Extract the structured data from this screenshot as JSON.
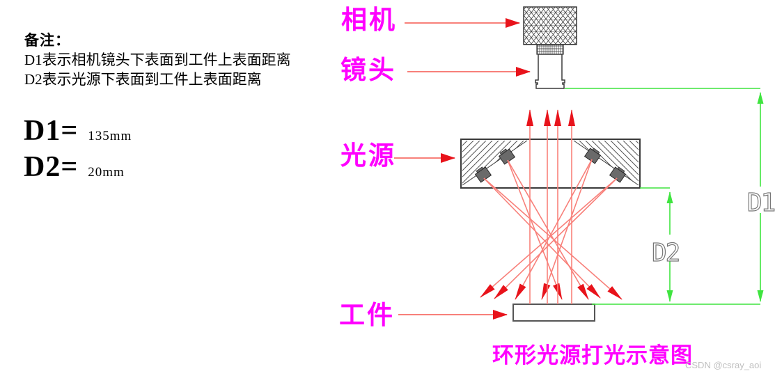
{
  "notes": {
    "heading": "备注：",
    "lines": [
      "D1表示相机镜头下表面到工件上表面距离",
      "D2表示光源下表面到工件上表面距离"
    ]
  },
  "values": {
    "d1_label": "D1=",
    "d1_value": "135mm",
    "d2_label": "D2=",
    "d2_value": "20mm"
  },
  "callouts": {
    "camera": "相机",
    "lens": "镜头",
    "light_source": "光源",
    "workpiece": "工件"
  },
  "dimension_tags": {
    "d1": "D1",
    "d2": "D2"
  },
  "caption": "环形光源打光示意图",
  "watermark": "CSDN @csray_aoi",
  "colors": {
    "label_magenta": "#ff00ff",
    "ray_line_red": "#f8807a",
    "arrowhead_red": "#e8131b",
    "dimension_green": "#3fe43f",
    "outline_gray": "#3a3a3a"
  }
}
